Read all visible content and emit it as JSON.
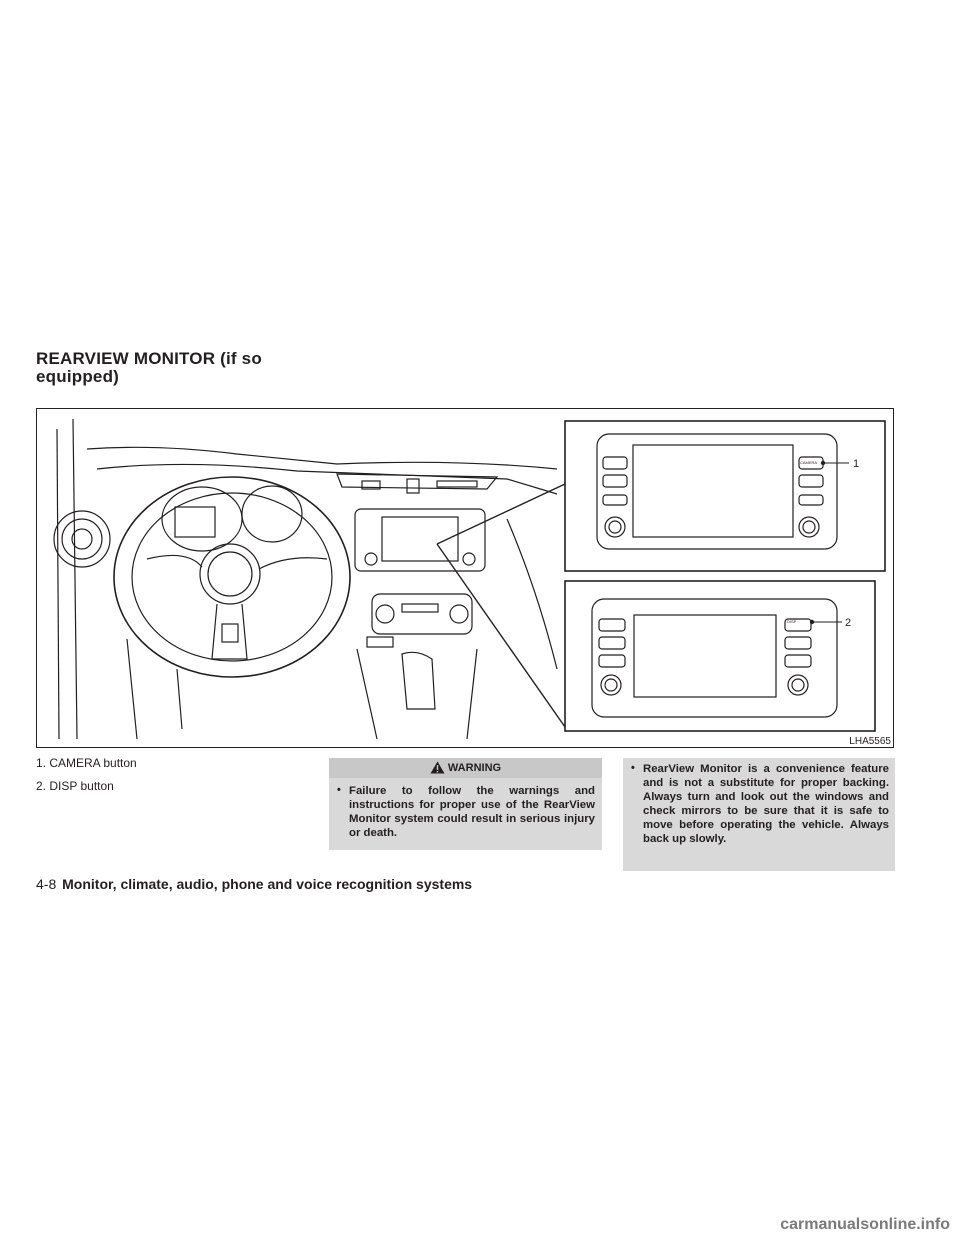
{
  "section": {
    "title": "REARVIEW MONITOR (if so equipped)"
  },
  "figure": {
    "code": "LHA5565",
    "callouts": [
      "1",
      "2"
    ],
    "screen_labels": {
      "camera": "CAMERA",
      "disp": "DISP"
    }
  },
  "legend": {
    "items": [
      "1. CAMERA button",
      "2. DISP button"
    ]
  },
  "warning": {
    "heading": "WARNING",
    "icon": "warning-triangle-icon",
    "bullet": "•",
    "text": "Failure to follow the warnings and instructions for proper use of the RearView Monitor system could result in serious injury or death."
  },
  "note": {
    "bullet": "•",
    "text": "RearView Monitor is a convenience feature and is not a substitute for proper backing. Always turn and look out the windows and check mirrors to be sure that it is safe to move before operating the vehicle. Always back up slowly."
  },
  "footer": {
    "page_number": "4-8",
    "chapter_title": "Monitor, climate, audio, phone and voice recognition systems"
  },
  "watermark": "carmanualsonline.info",
  "colors": {
    "box_background": "#d9d9d9",
    "heading_background": "#c8c8c8",
    "text": "#231f20"
  }
}
